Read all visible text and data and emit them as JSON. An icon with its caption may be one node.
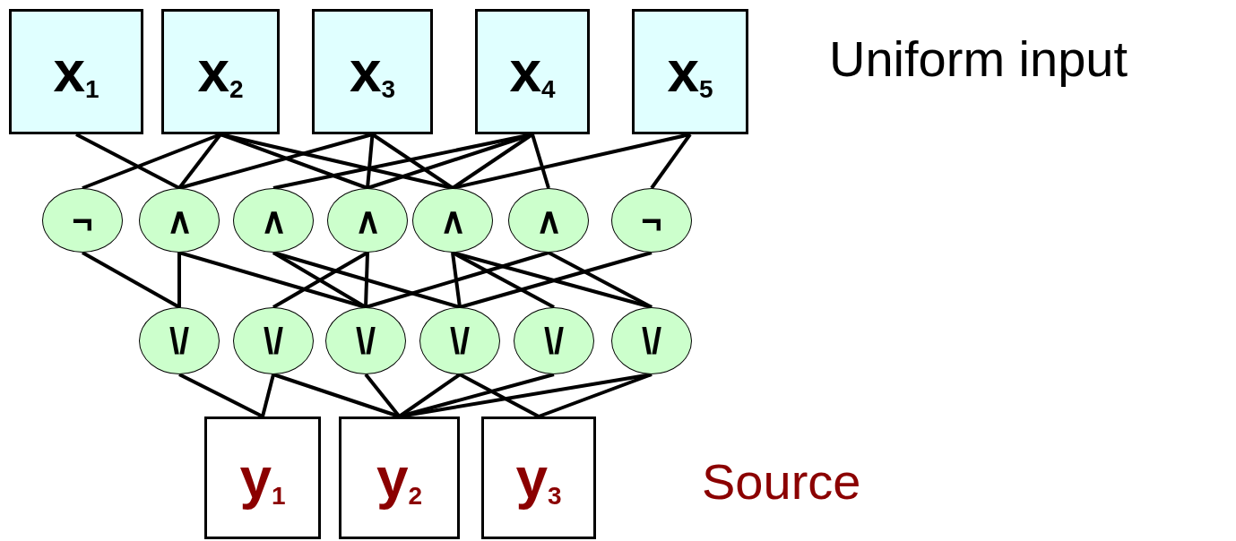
{
  "diagram": {
    "nodes": [
      {
        "text": [
          "x$_{1}$"
        ]
      },
      {
        "text": [
          "x$_{2}$"
        ]
      },
      {
        "text": [
          "x$_{3}$"
        ]
      },
      {
        "text": [
          "x$_{4}$"
        ]
      },
      {
        "text": [
          "x$_{5}$"
        ]
      },
      {
        "text": [
          "¬"
        ]
      },
      {
        "text": [
          "∧"
        ]
      },
      {
        "text": [
          "∧"
        ]
      },
      {
        "text": [
          "∧"
        ]
      },
      {
        "text": [
          "∧"
        ]
      },
      {
        "text": [
          "∧"
        ]
      },
      {
        "text": [
          "¬"
        ]
      },
      {
        "text": [
          "\\/"
        ]
      },
      {
        "text": [
          "\\/"
        ]
      },
      {
        "text": [
          "\\/"
        ]
      },
      {
        "text": [
          "\\/"
        ]
      },
      {
        "text": [
          "\\/"
        ]
      },
      {
        "text": [
          "\\/"
        ]
      },
      {
        "text": [
          "y$_{1}$"
        ]
      },
      {
        "text": [
          "y$_{2}$"
        ]
      },
      {
        "text": [
          "y$_{3}$"
        ]
      }
    ],
    "edges": [
      {
        "from": 0,
        "to": 6,
        "arrow": "none"
      },
      {
        "from": 1,
        "to": 5,
        "arrow": "none"
      },
      {
        "from": 1,
        "to": 6,
        "arrow": "none"
      },
      {
        "from": 1,
        "to": 8,
        "arrow": "none"
      },
      {
        "from": 1,
        "to": 9,
        "arrow": "none"
      },
      {
        "from": 2,
        "to": 6,
        "arrow": "none"
      },
      {
        "from": 2,
        "to": 8,
        "arrow": "none"
      },
      {
        "from": 2,
        "to": 9,
        "arrow": "none"
      },
      {
        "from": 3,
        "to": 7,
        "arrow": "none"
      },
      {
        "from": 3,
        "to": 8,
        "arrow": "none"
      },
      {
        "from": 3,
        "to": 9,
        "arrow": "none"
      },
      {
        "from": 3,
        "to": 10,
        "arrow": "none"
      },
      {
        "from": 4,
        "to": 9,
        "arrow": "none"
      },
      {
        "from": 4,
        "to": 11,
        "arrow": "none"
      },
      {
        "from": 5,
        "to": 12,
        "arrow": "none"
      },
      {
        "from": 6,
        "to": 12,
        "arrow": "none"
      },
      {
        "from": 6,
        "to": 14,
        "arrow": "none"
      },
      {
        "from": 7,
        "to": 14,
        "arrow": "none"
      },
      {
        "from": 7,
        "to": 15,
        "arrow": "none"
      },
      {
        "from": 8,
        "to": 13,
        "arrow": "none"
      },
      {
        "from": 8,
        "to": 14,
        "arrow": "none"
      },
      {
        "from": 9,
        "to": 15,
        "arrow": "none"
      },
      {
        "from": 9,
        "to": 16,
        "arrow": "none"
      },
      {
        "from": 9,
        "to": 17,
        "arrow": "none"
      },
      {
        "from": 10,
        "to": 14,
        "arrow": "none"
      },
      {
        "from": 10,
        "to": 17,
        "arrow": "none"
      },
      {
        "from": 11,
        "to": 15,
        "arrow": "none"
      },
      {
        "from": 12,
        "to": 18,
        "arrow": "none"
      },
      {
        "from": 13,
        "to": 18,
        "arrow": "none"
      },
      {
        "from": 13,
        "to": 19,
        "arrow": "none"
      },
      {
        "from": 14,
        "to": 19,
        "arrow": "none"
      },
      {
        "from": 15,
        "to": 19,
        "arrow": "none"
      },
      {
        "from": 15,
        "to": 20,
        "arrow": "none"
      },
      {
        "from": 16,
        "to": 19,
        "arrow": "none"
      },
      {
        "from": 17,
        "to": 19,
        "arrow": "none"
      },
      {
        "from": 17,
        "to": 20,
        "arrow": "none"
      }
    ],
    "labels": [
      "Uniform input",
      "Source"
    ]
  }
}
